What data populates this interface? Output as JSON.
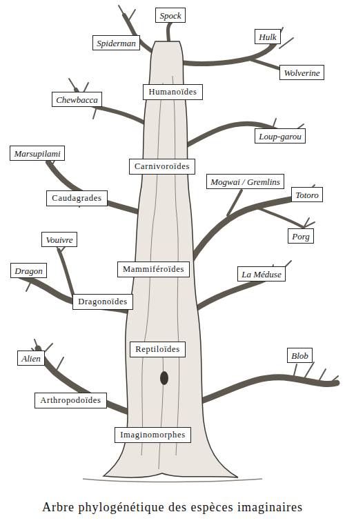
{
  "diagram": {
    "caption": "Arbre phylogénétique des espèces imaginaires",
    "nodes": [
      {
        "text": [
          "Spock"
        ]
      },
      {
        "text": [
          "Spiderman"
        ]
      },
      {
        "text": [
          "Hulk"
        ]
      },
      {
        "text": [
          "Wolverine"
        ]
      },
      {
        "text": [
          "Humanoïdes"
        ]
      },
      {
        "text": [
          "Chewbacca"
        ]
      },
      {
        "text": [
          "Loup-garou"
        ]
      },
      {
        "text": [
          "Carnivoroïdes"
        ]
      },
      {
        "text": [
          "Marsupilami"
        ]
      },
      {
        "text": [
          "Caudagrades"
        ]
      },
      {
        "text": [
          "Mogwai / Gremlins"
        ]
      },
      {
        "text": [
          "Totoro"
        ]
      },
      {
        "text": [
          "Porg"
        ]
      },
      {
        "text": [
          "Vouivre"
        ]
      },
      {
        "text": [
          "Mammiféroïdes"
        ]
      },
      {
        "text": [
          "La Méduse"
        ]
      },
      {
        "text": [
          "Dragon"
        ]
      },
      {
        "text": [
          "Dragonoïdes"
        ]
      },
      {
        "text": [
          "Reptiloïdes"
        ]
      },
      {
        "text": [
          "Alien"
        ]
      },
      {
        "text": [
          "Blob"
        ]
      },
      {
        "text": [
          "Arthropodoïdes"
        ]
      },
      {
        "text": [
          "Imaginomorphes"
        ]
      }
    ]
  }
}
